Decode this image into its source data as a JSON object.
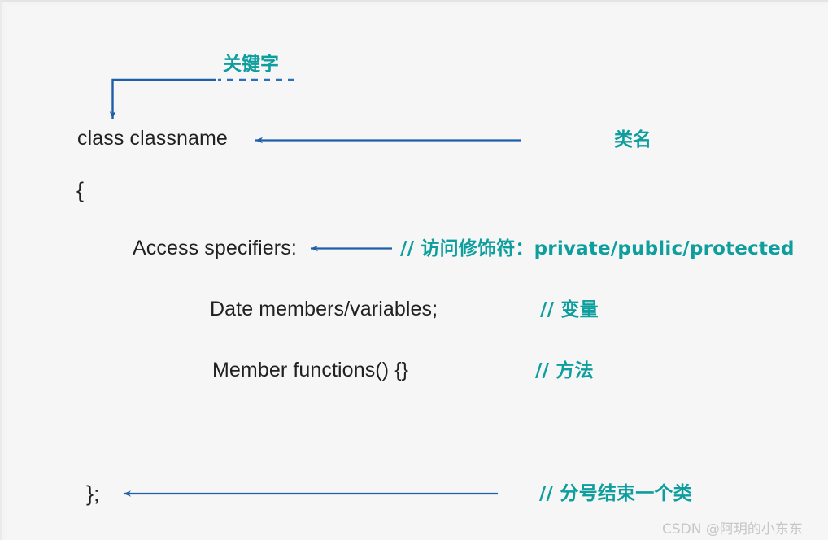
{
  "figure": {
    "title_semantic": "cpp-class-syntax-annotated-diagram",
    "background_color": "#f6f6f6",
    "arrow_color": "#1f5fa9",
    "accent_color": "#0e9e9e",
    "code_color": "#212121"
  },
  "code": {
    "class_declaration": "class classname",
    "open_brace": "{",
    "access_specifiers": "Access specifiers:",
    "data_members": "Date members/variables;",
    "member_functions": "Member functions() {}",
    "close_brace": "};"
  },
  "annotations": {
    "keyword_label": "关键字",
    "classname_label": "类名",
    "access_comment": "// 访问修饰符：private/public/protected",
    "variables_comment": "// 变量",
    "methods_comment": "// 方法",
    "close_comment": "// 分号结束一个类"
  },
  "watermark": {
    "text": "CSDN @阿玥的小东东"
  }
}
